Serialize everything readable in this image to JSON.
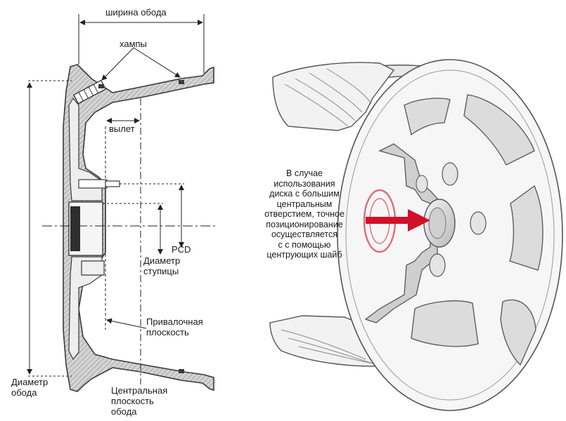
{
  "labels": {
    "rim_width": "ширина обода",
    "humps": "хампы",
    "offset": "вылет",
    "pcd": "PCD",
    "hub_diameter_1": "Диаметр",
    "hub_diameter_2": "ступицы",
    "mounting_plane_1": "Привалочная",
    "mounting_plane_2": "плоскость",
    "rim_diameter_1": "Диаметр",
    "rim_diameter_2": "обода",
    "center_plane_1": "Центральная",
    "center_plane_2": "плоскость",
    "center_plane_3": "обода"
  },
  "note": [
    "В случае",
    "использования",
    "диска с большим",
    "центральным",
    "отверстием, точное",
    "позиционирование",
    "осуществляется",
    "с с помощью",
    "центрующих шайб"
  ],
  "colors": {
    "arrow": "#d2102a",
    "centering_ring": "#e26a78",
    "outline": "#3a3a3a",
    "section_fill": "#d4d4d4"
  }
}
